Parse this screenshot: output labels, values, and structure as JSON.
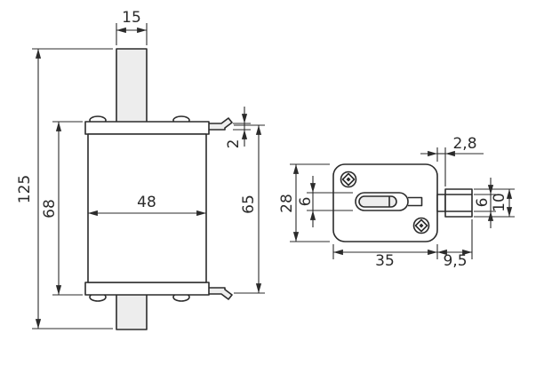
{
  "drawing": {
    "type": "technical-drawing-fuse-link",
    "front_view": {
      "dims": {
        "blade_width": "15",
        "overall_height": "125",
        "body_height": "68",
        "body_width": "48",
        "blade_thickness": "2",
        "contact_span": "65"
      }
    },
    "side_view": {
      "dims": {
        "neck_width": "2,8",
        "height": "28",
        "slot_height": "6",
        "width": "35",
        "tab_length": "9,5",
        "tab_inner_height": "6",
        "tab_outer_height": "10"
      }
    }
  },
  "colors": {
    "line": "#2b2b2b",
    "fill": "#ffffff",
    "blade_fill": "#ededed",
    "background": "#ffffff"
  }
}
